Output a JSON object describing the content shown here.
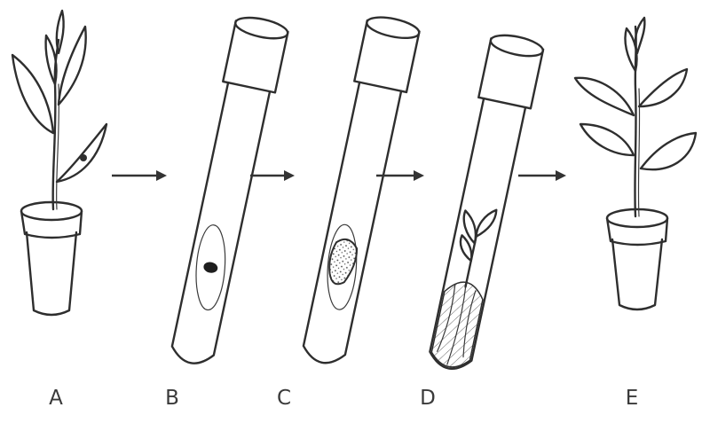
{
  "diagram": {
    "steps": [
      {
        "label": "A",
        "depicts": "potted-plant"
      },
      {
        "label": "B",
        "depicts": "test-tube-explant"
      },
      {
        "label": "C",
        "depicts": "test-tube-callus"
      },
      {
        "label": "D",
        "depicts": "test-tube-plantlet"
      },
      {
        "label": "E",
        "depicts": "potted-plant"
      }
    ],
    "arrow_count": 4,
    "colors": {
      "ink": "#2e2e2e",
      "background": "#ffffff"
    }
  }
}
